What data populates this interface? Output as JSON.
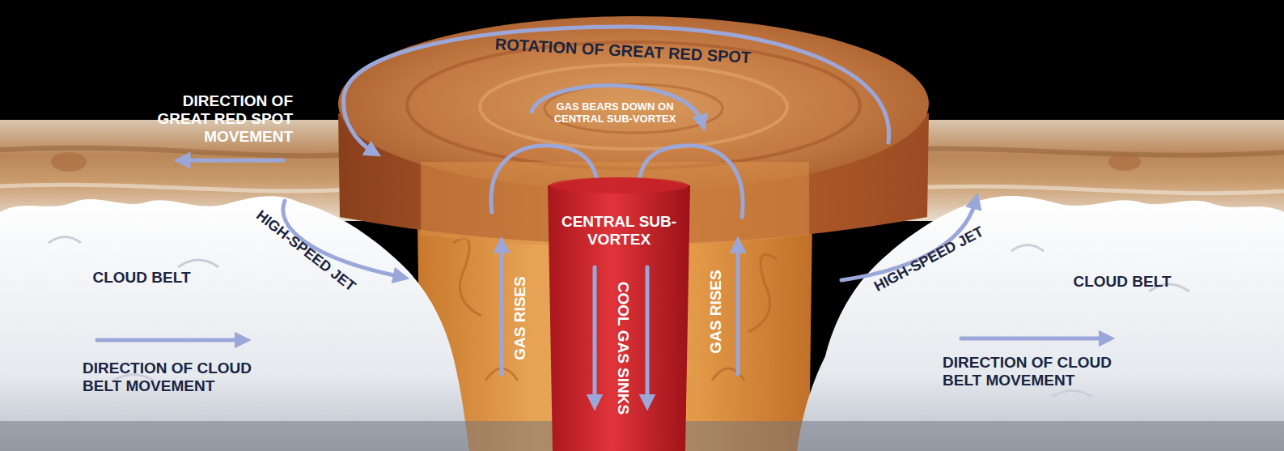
{
  "diagram": {
    "nodes": [
      {
        "text": [
          "CENTRAL SUB-VORTEX",
          "COOL GAS SINKS"
        ]
      }
    ],
    "labels": [
      "ROTATION OF GREAT RED SPOT",
      "GAS BEARS DOWN ON CENTRAL SUB-VORTEX",
      "DIRECTION OF GREAT RED SPOT MOVEMENT",
      "HIGH-SPEED JET",
      "HIGH-SPEED JET",
      "CLOUD BELT",
      "CLOUD BELT",
      "GAS RISES",
      "GAS RISES",
      "DIRECTION OF CLOUD BELT MOVEMENT",
      "DIRECTION OF CLOUD BELT MOVEMENT"
    ]
  }
}
